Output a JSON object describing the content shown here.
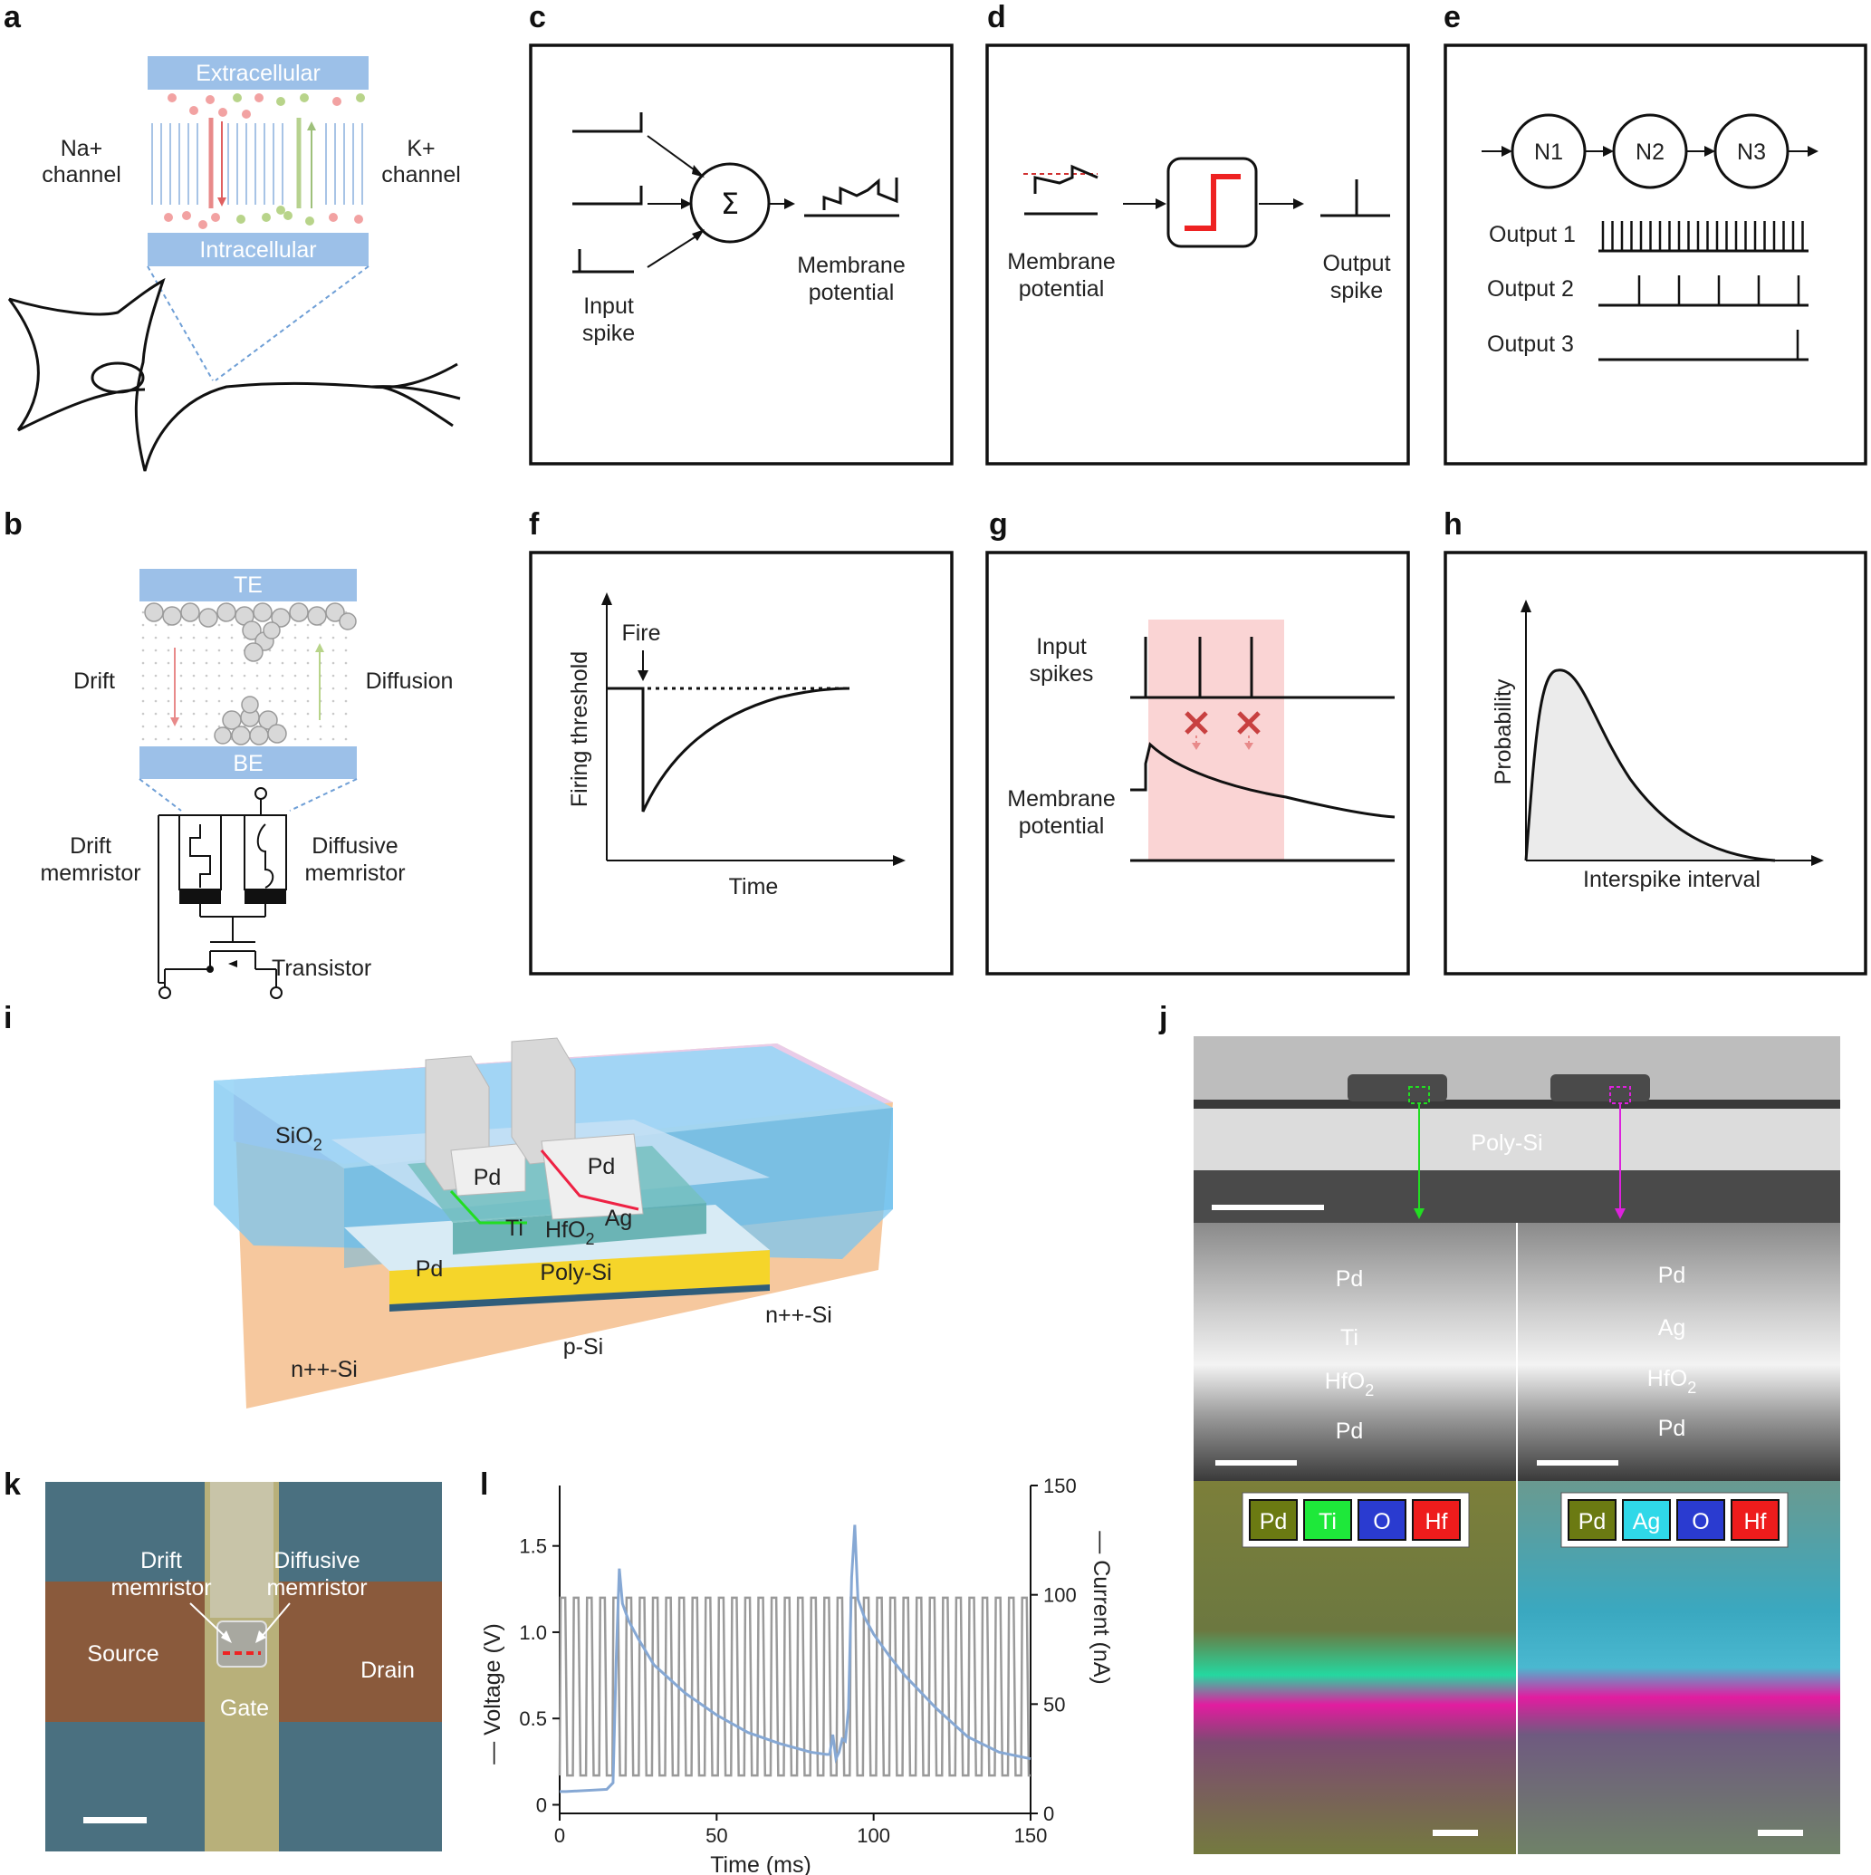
{
  "panel_labels": {
    "a": "a",
    "b": "b",
    "c": "c",
    "d": "d",
    "e": "e",
    "f": "f",
    "g": "g",
    "h": "h",
    "i": "i",
    "j": "j",
    "k": "k",
    "l": "l"
  },
  "a": {
    "extracellular": "Extracellular",
    "intracellular": "Intracellular",
    "na_1": "Na+",
    "na_2": "channel",
    "k_1": "K+",
    "k_2": "channel"
  },
  "b": {
    "te": "TE",
    "be": "BE",
    "drift": "Drift",
    "diffusion": "Diffusion",
    "drift_mem_1": "Drift",
    "drift_mem_2": "memristor",
    "diff_mem_1": "Diffusive",
    "diff_mem_2": "memristor",
    "transistor": "Transistor"
  },
  "c": {
    "sigma": "Σ",
    "input_1": "Input",
    "input_2": "spike",
    "membrane_1": "Membrane",
    "membrane_2": "potential"
  },
  "d": {
    "membrane_1": "Membrane",
    "membrane_2": "potential",
    "output_1": "Output",
    "output_2": "spike"
  },
  "e": {
    "n1": "N1",
    "n2": "N2",
    "n3": "N3",
    "output1": "Output 1",
    "output2": "Output 2",
    "output3": "Output 3"
  },
  "f": {
    "fire": "Fire",
    "ylabel": "Firing threshold",
    "xlabel": "Time"
  },
  "g": {
    "input_1": "Input",
    "input_2": "spikes",
    "membrane_1": "Membrane",
    "membrane_2": "potential"
  },
  "h": {
    "ylabel": "Probability",
    "xlabel": "Interspike interval"
  },
  "i": {
    "sio2": "SiO",
    "sub2": "2",
    "pd1": "Pd",
    "pd2": "Pd",
    "ti": "Ti",
    "hfo2": "HfO",
    "ag": "Ag",
    "pd_side": "Pd",
    "polysi": "Poly-Si",
    "psi": "p-Si",
    "nsi_left": "n++-Si",
    "nsi_right": "n++-Si"
  },
  "j": {
    "polysi": "Poly-Si",
    "left": {
      "pd_top": "Pd",
      "ti": "Ti",
      "hfo2": "HfO",
      "pd_bot": "Pd"
    },
    "right": {
      "pd_top": "Pd",
      "ag": "Ag",
      "hfo2": "HfO",
      "pd_bot": "Pd"
    },
    "sub2": "2",
    "legend_left": [
      {
        "label": "Pd",
        "color": "#6b7a12"
      },
      {
        "label": "Ti",
        "color": "#1ee83a"
      },
      {
        "label": "O",
        "color": "#2a3bd0"
      },
      {
        "label": "Hf",
        "color": "#ee1c1c"
      }
    ],
    "legend_right": [
      {
        "label": "Pd",
        "color": "#6b7a12"
      },
      {
        "label": "Ag",
        "color": "#2fd8e8"
      },
      {
        "label": "O",
        "color": "#2a3bd0"
      },
      {
        "label": "Hf",
        "color": "#ee1c1c"
      }
    ]
  },
  "k": {
    "drift_1": "Drift",
    "drift_2": "memristor",
    "diff_1": "Diffusive",
    "diff_2": "memristor",
    "source": "Source",
    "drain": "Drain",
    "gate": "Gate"
  },
  "chart_data": {
    "type": "line",
    "xlabel": "Time (ms)",
    "ylabel": "Voltage (V)",
    "y2label": "Current (nA)",
    "xlim": [
      0,
      150
    ],
    "ylim": [
      -0.05,
      1.85
    ],
    "y2lim": [
      0,
      150
    ],
    "xticks": [
      "0",
      "50",
      "100",
      "150"
    ],
    "yticks": [
      "0",
      "0.5",
      "1.0",
      "1.5"
    ],
    "y2ticks": [
      "0",
      "50",
      "100",
      "150"
    ],
    "series": [
      {
        "color": "#9a9a9a",
        "pulse_low_v": 0.17,
        "pulse_high_v": 1.2,
        "pulse_period_ms": 4.2
      },
      {
        "color": "#86a8d4",
        "x": [
          0,
          2,
          15,
          17,
          18,
          19,
          20,
          22,
          25,
          30,
          40,
          50,
          60,
          70,
          80,
          85,
          86,
          87,
          88,
          89,
          90,
          91,
          92,
          93,
          94,
          95,
          97,
          100,
          105,
          110,
          120,
          130,
          140,
          150
        ],
        "y": [
          10,
          10,
          11,
          14,
          70,
          112,
          96,
          88,
          80,
          68,
          55,
          45,
          37,
          32,
          28,
          27,
          27,
          36,
          25,
          28,
          34,
          33,
          48,
          108,
          132,
          98,
          90,
          82,
          72,
          63,
          48,
          35,
          28,
          25
        ]
      }
    ]
  }
}
